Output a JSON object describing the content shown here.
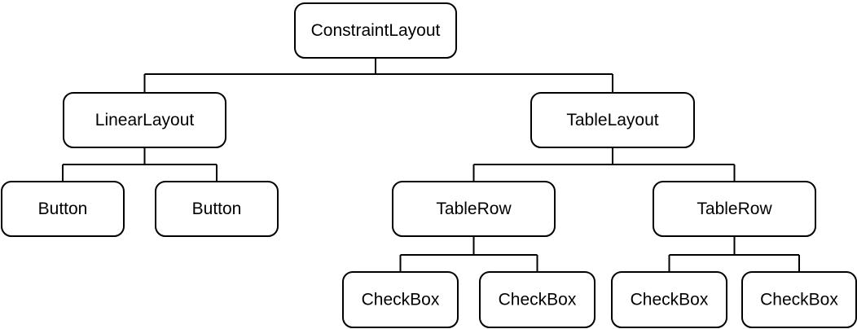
{
  "diagram": {
    "nodes": [
      {
        "id": "constraint-layout",
        "label": "ConstraintLayout"
      },
      {
        "id": "linear-layout",
        "label": "LinearLayout"
      },
      {
        "id": "table-layout",
        "label": "TableLayout"
      },
      {
        "id": "button-1",
        "label": "Button"
      },
      {
        "id": "button-2",
        "label": "Button"
      },
      {
        "id": "table-row-1",
        "label": "TableRow"
      },
      {
        "id": "table-row-2",
        "label": "TableRow"
      },
      {
        "id": "checkbox-1",
        "label": "CheckBox"
      },
      {
        "id": "checkbox-2",
        "label": "CheckBox"
      },
      {
        "id": "checkbox-3",
        "label": "CheckBox"
      },
      {
        "id": "checkbox-4",
        "label": "CheckBox"
      }
    ],
    "edges": [
      {
        "from": "constraint-layout",
        "to": [
          "linear-layout",
          "table-layout"
        ]
      },
      {
        "from": "linear-layout",
        "to": [
          "button-1",
          "button-2"
        ]
      },
      {
        "from": "table-layout",
        "to": [
          "table-row-1",
          "table-row-2"
        ]
      },
      {
        "from": "table-row-1",
        "to": [
          "checkbox-1",
          "checkbox-2"
        ]
      },
      {
        "from": "table-row-2",
        "to": [
          "checkbox-3",
          "checkbox-4"
        ]
      }
    ]
  }
}
